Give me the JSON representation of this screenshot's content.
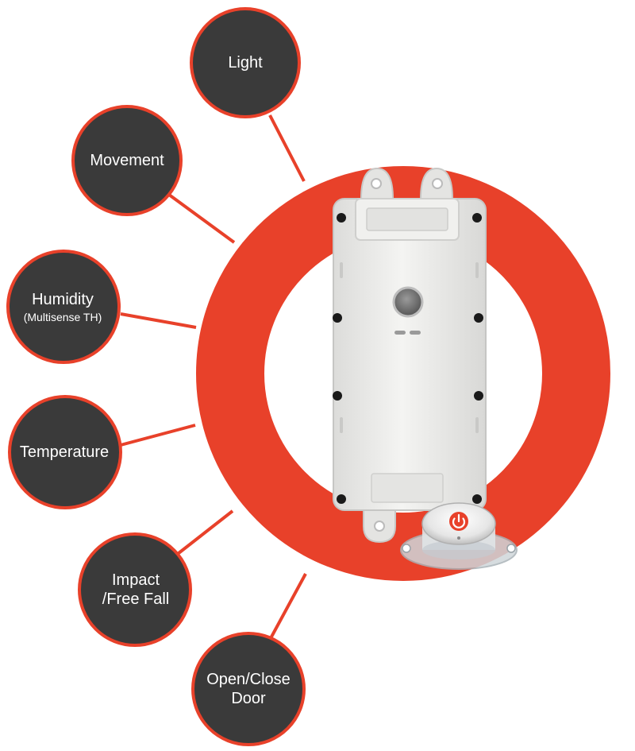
{
  "colors": {
    "accent": "#e8412a",
    "circle_fill": "#3a3a3a",
    "device_body": "#ececea",
    "background": "#ffffff"
  },
  "features": [
    {
      "id": "light",
      "label": "Light",
      "sublabel": ""
    },
    {
      "id": "movement",
      "label": "Movement",
      "sublabel": ""
    },
    {
      "id": "humidity",
      "label": "Humidity",
      "sublabel": "(Multisense TH)"
    },
    {
      "id": "temperature",
      "label": "Temperature",
      "sublabel": ""
    },
    {
      "id": "impact",
      "label": "Impact",
      "label_line2": "/Free Fall",
      "sublabel": ""
    },
    {
      "id": "door",
      "label": "Open/Close",
      "label_line2": "Door",
      "sublabel": ""
    }
  ],
  "device": {
    "main_unit_icon": "sensor-device-icon",
    "puck_icon": "power-icon"
  }
}
